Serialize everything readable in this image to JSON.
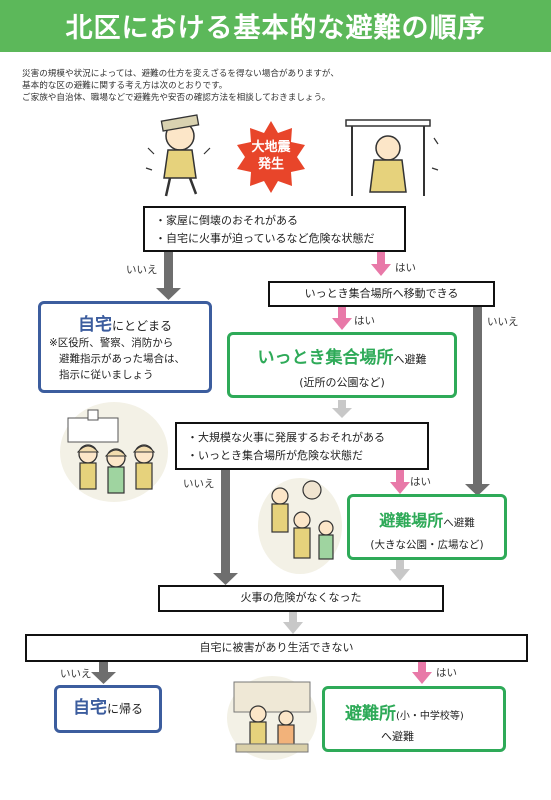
{
  "title": "北区における基本的な避難の順序",
  "intro": [
    "災害の規模や状況によっては、避難の仕方を変えざるを得ない場合がありますが、",
    "基本的な区の避難に関する考え方は次のとおりです。",
    "ご家族や自治体、職場などで避難先や安否の確認方法を相談しておきましょう。"
  ],
  "start_badge": {
    "line1": "大地震",
    "line2": "発生"
  },
  "q1": {
    "line1": "・家屋に倒壊のおそれがある",
    "line2": "・自宅に火事が迫っているなど危険な状態だ"
  },
  "q2": {
    "text": "いっとき集合場所へ移動できる"
  },
  "q3": {
    "line1": "・大規模な火事に発展するおそれがある",
    "line2": "・いっとき集合場所が危険な状態だ"
  },
  "q4": {
    "text": "火事の危険がなくなった"
  },
  "q5": {
    "text": "自宅に被害があり生活できない"
  },
  "stay_home": {
    "title_main": "自宅",
    "title_rest": "にとどまる",
    "note_line1": "※区役所、警察、消防から",
    "note_line2": "避難指示があった場合は、",
    "note_line3": "指示に従いましょう"
  },
  "temp_site": {
    "title_main": "いっとき集合場所",
    "title_suffix": "へ避難",
    "sub": "(近所の公園など)"
  },
  "evac_area": {
    "title_main": "避難場所",
    "title_suffix": "へ避難",
    "sub": "(大きな公園・広場など)"
  },
  "return_home": {
    "title_main": "自宅",
    "title_rest": "に帰る"
  },
  "shelter": {
    "title_main": "避難所",
    "title_small": "(小・中学校等)",
    "sub": "へ避難"
  },
  "labels": {
    "yes": "はい",
    "no": "いいえ"
  },
  "colors": {
    "header_green": "#5cb85a",
    "box_green": "#2eaa58",
    "box_blue": "#3c5d9e",
    "badge_red": "#e8452a",
    "arrow_pink": "#e879a8",
    "arrow_gray": "#707070"
  }
}
